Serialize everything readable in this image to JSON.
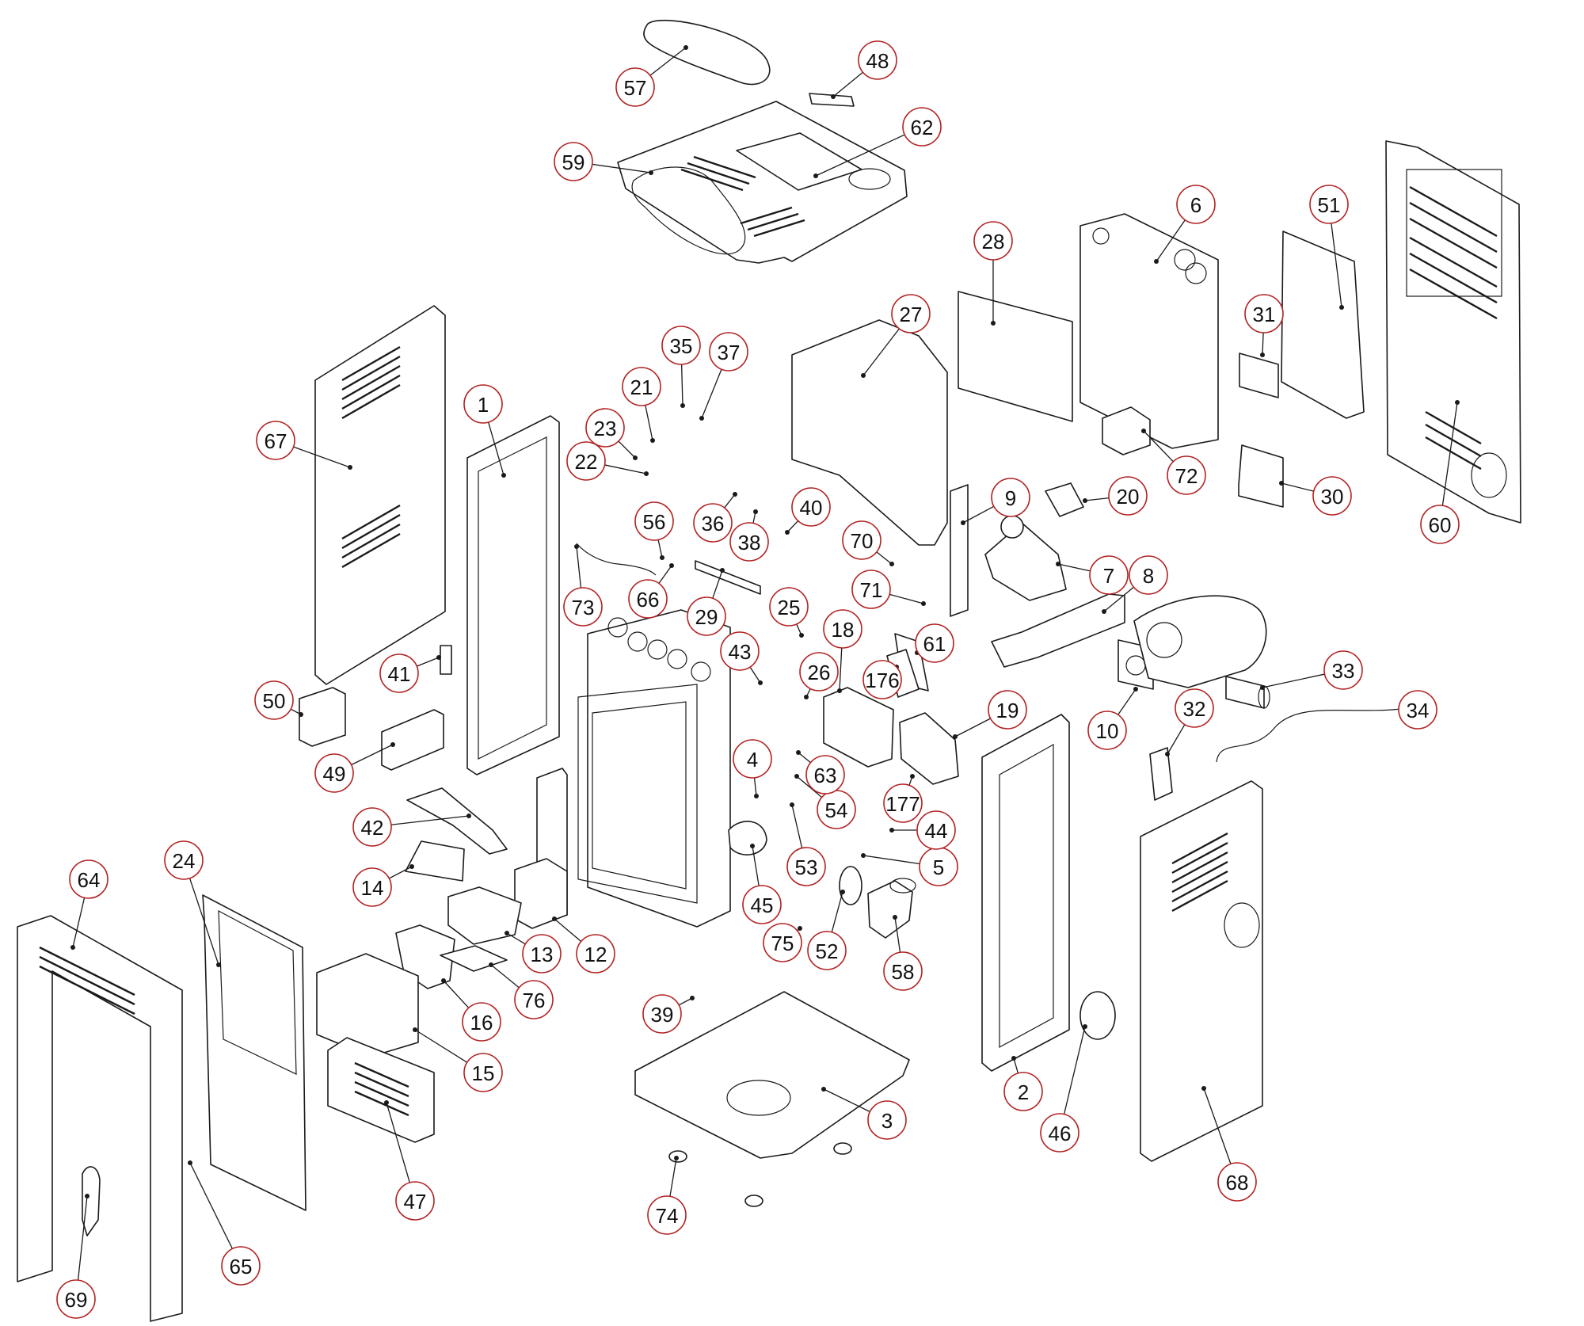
{
  "diagram": {
    "callout_color": "#b22222",
    "line_color": "#1a1a1a",
    "parts": [
      {
        "label": "1"
      },
      {
        "label": "2"
      },
      {
        "label": "3"
      },
      {
        "label": "4"
      },
      {
        "label": "5"
      },
      {
        "label": "6"
      },
      {
        "label": "7"
      },
      {
        "label": "8"
      },
      {
        "label": "9"
      },
      {
        "label": "10"
      },
      {
        "label": "12"
      },
      {
        "label": "13"
      },
      {
        "label": "14"
      },
      {
        "label": "15"
      },
      {
        "label": "16"
      },
      {
        "label": "18"
      },
      {
        "label": "19"
      },
      {
        "label": "20"
      },
      {
        "label": "21"
      },
      {
        "label": "22"
      },
      {
        "label": "23"
      },
      {
        "label": "24"
      },
      {
        "label": "25"
      },
      {
        "label": "26"
      },
      {
        "label": "27"
      },
      {
        "label": "28"
      },
      {
        "label": "29"
      },
      {
        "label": "30"
      },
      {
        "label": "31"
      },
      {
        "label": "32"
      },
      {
        "label": "33"
      },
      {
        "label": "34"
      },
      {
        "label": "35"
      },
      {
        "label": "36"
      },
      {
        "label": "37"
      },
      {
        "label": "38"
      },
      {
        "label": "39"
      },
      {
        "label": "40"
      },
      {
        "label": "41"
      },
      {
        "label": "42"
      },
      {
        "label": "43"
      },
      {
        "label": "44"
      },
      {
        "label": "45"
      },
      {
        "label": "46"
      },
      {
        "label": "47"
      },
      {
        "label": "48"
      },
      {
        "label": "49"
      },
      {
        "label": "50"
      },
      {
        "label": "51"
      },
      {
        "label": "52"
      },
      {
        "label": "53"
      },
      {
        "label": "54"
      },
      {
        "label": "56"
      },
      {
        "label": "57"
      },
      {
        "label": "58"
      },
      {
        "label": "59"
      },
      {
        "label": "60"
      },
      {
        "label": "61"
      },
      {
        "label": "62"
      },
      {
        "label": "63"
      },
      {
        "label": "64"
      },
      {
        "label": "65"
      },
      {
        "label": "66"
      },
      {
        "label": "67"
      },
      {
        "label": "68"
      },
      {
        "label": "69"
      },
      {
        "label": "70"
      },
      {
        "label": "71"
      },
      {
        "label": "72"
      },
      {
        "label": "73"
      },
      {
        "label": "74"
      },
      {
        "label": "75"
      },
      {
        "label": "76"
      },
      {
        "label": "176"
      },
      {
        "label": "177"
      }
    ]
  }
}
